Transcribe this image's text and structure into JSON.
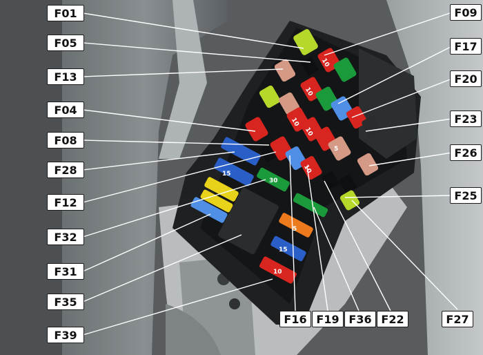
{
  "callouts": {
    "f01": "F01",
    "f05": "F05",
    "f13": "F13",
    "f04": "F04",
    "f08": "F08",
    "f28": "F28",
    "f12": "F12",
    "f32": "F32",
    "f31": "F31",
    "f35": "F35",
    "f39": "F39",
    "f09": "F09",
    "f17": "F17",
    "f20": "F20",
    "f23": "F23",
    "f26": "F26",
    "f25": "F25",
    "f27": "F27",
    "f16": "F16",
    "f19": "F19",
    "f36": "F36",
    "f22": "F22"
  },
  "fuse_ratings": {
    "r10a": "10",
    "r10b": "10",
    "r10c": "10",
    "r10d": "10",
    "r10e": "10",
    "r10f": "10",
    "r15a": "15",
    "r15b": "15",
    "r30": "30",
    "r5a": "5",
    "r5b": "5"
  },
  "colors": {
    "fuse_red": "#d8251f",
    "fuse_green": "#1a9a3a",
    "fuse_yellow": "#e8d21a",
    "fuse_blue": "#2a5fc8",
    "fuse_lightblue": "#4f8fe6",
    "fuse_pink": "#d49a86",
    "fuse_lime": "#b6d82a",
    "fuse_orange": "#ee7a1e",
    "leader_line": "#ffffff"
  }
}
